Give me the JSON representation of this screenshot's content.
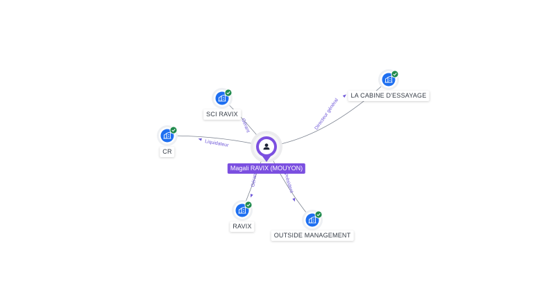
{
  "center": {
    "name": "Magali RAVIX (MOUYON)",
    "icon": "person-icon",
    "color": "#7b4fe0"
  },
  "companies": [
    {
      "id": "sci-ravix",
      "name": "SCI RAVIX",
      "relation": "Gérant",
      "icon": "company-building-icon",
      "status": "verified"
    },
    {
      "id": "cr",
      "name": "CR",
      "relation": "Liquidateur",
      "icon": "company-building-icon",
      "status": "verified"
    },
    {
      "id": "ravix",
      "name": "RAVIX",
      "relation": "Gérant",
      "icon": "company-building-icon",
      "status": "verified"
    },
    {
      "id": "outside-management",
      "name": "OUTSIDE MANAGEMENT",
      "relation": "Président",
      "icon": "company-building-icon",
      "status": "verified"
    },
    {
      "id": "la-cabine-d-essayage",
      "name": "LA CABINE D'ESSAYAGE",
      "relation": "Directeur général",
      "icon": "company-building-icon",
      "status": "verified"
    }
  ],
  "colors": {
    "company_icon": "#1e6ff0",
    "check_badge": "#1f8a4c",
    "edge": "#7c8390",
    "edge_label": "#6f58d8"
  }
}
